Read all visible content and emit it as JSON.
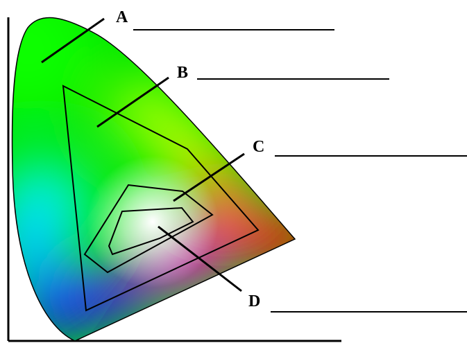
{
  "diagram": {
    "labels": {
      "A": "A",
      "B": "B",
      "C": "C",
      "D": "D"
    },
    "colors": {
      "line": "#000000",
      "background": "#ffffff",
      "spectrum": [
        "#00ff00",
        "#00ffff",
        "#0000ff",
        "#ff00ff",
        "#ff0000",
        "#ffff00"
      ]
    }
  }
}
